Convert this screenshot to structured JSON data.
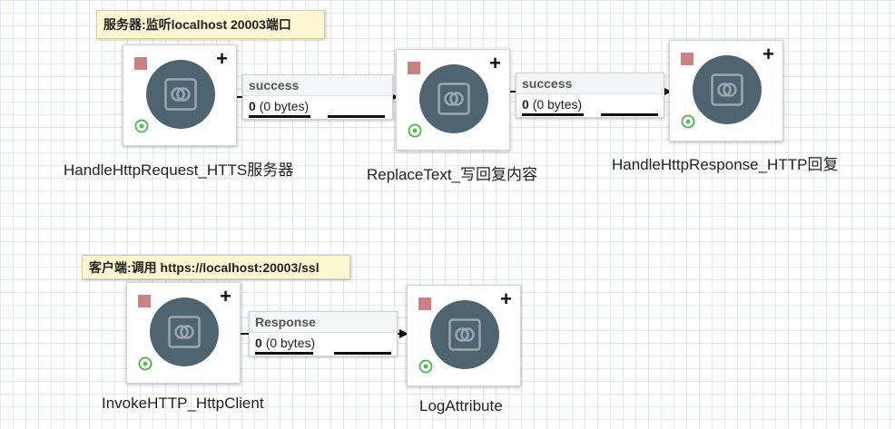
{
  "notes": {
    "server": "服务器:监听localhost 20003端口",
    "client": "客户端:调用 https://localhost:20003/ssl"
  },
  "processors": {
    "p1": "HandleHttpRequest_HTTS服务器",
    "p2": "ReplaceText_写回复内容",
    "p3": "HandleHttpResponse_HTTP回复",
    "p4": "InvokeHTTP_HttpClient",
    "p5": "LogAttribute"
  },
  "connections": {
    "c1": {
      "name": "success",
      "count": "0",
      "bytes": "(0 bytes)"
    },
    "c2": {
      "name": "success",
      "count": "0",
      "bytes": "(0 bytes)"
    },
    "c3": {
      "name": "Response",
      "count": "0",
      "bytes": "(0 bytes)"
    }
  },
  "icons": {
    "processor": "processor-icon",
    "stopped": "stopped-icon",
    "running": "running-icon",
    "add": "plus-icon"
  },
  "colors": {
    "stopped": "#c98181",
    "running": "#5cb85c",
    "processor_circle": "#4e6470",
    "note_bg": "#fdf6d3"
  }
}
